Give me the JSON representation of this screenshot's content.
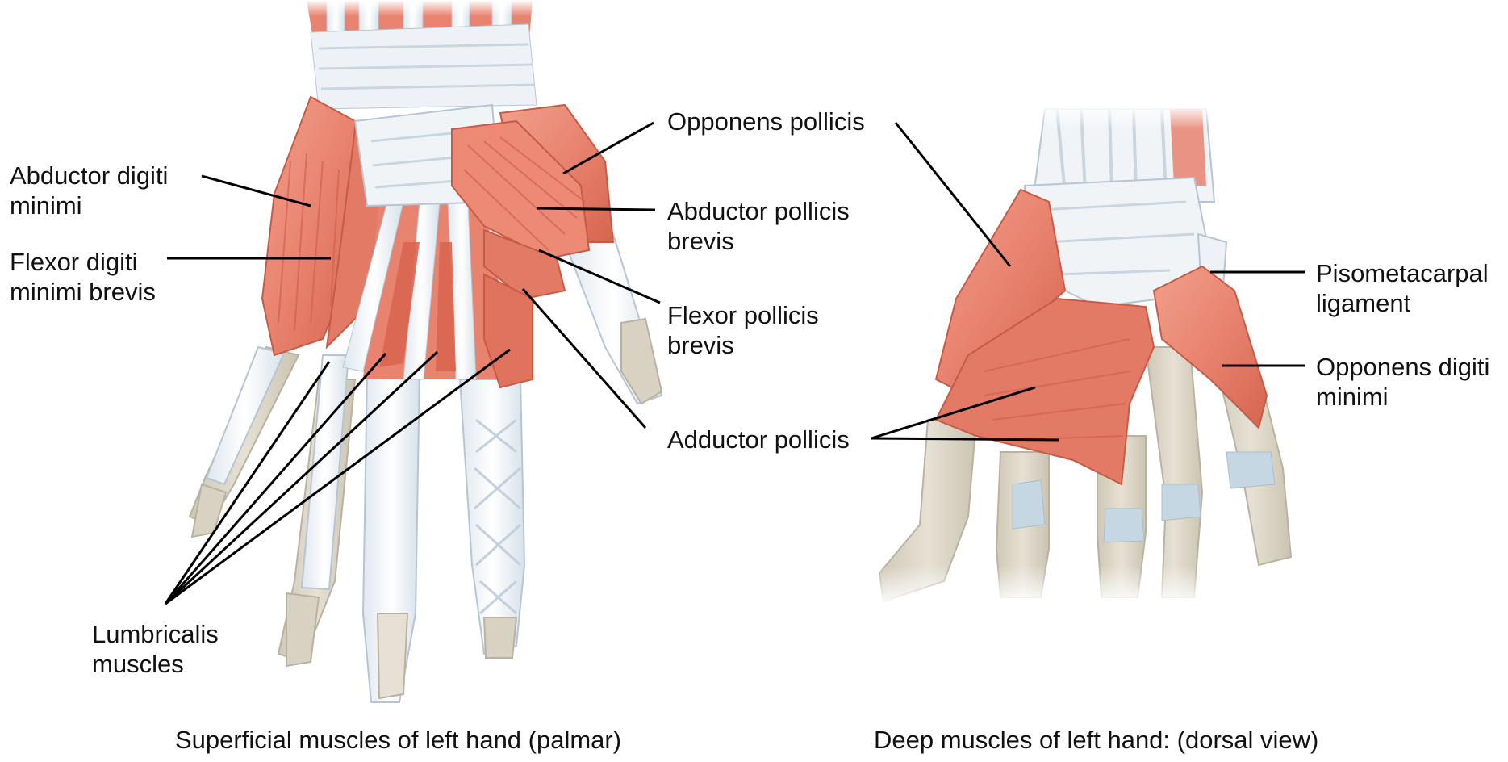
{
  "colors": {
    "muscle": "#e8836f",
    "muscle_dark": "#d4604c",
    "muscle_light": "#f3a896",
    "tendon": "#f1f4f7",
    "tendon_outline": "#b6c5d3",
    "bone": "#d8d2c2",
    "bone_outline": "#b9b2a0",
    "cartilage": "#c6d7e4",
    "leader": "#000000"
  },
  "left_figure": {
    "caption": "Superficial muscles of left hand (palmar)",
    "labels": {
      "abductor_digiti_minimi": "Abductor digiti\nminimi",
      "flexor_digiti_minimi_brevis": "Flexor digiti\nminimi brevis",
      "lumbricalis_muscles": "Lumbricalis\nmuscles",
      "opponens_pollicis": "Opponens pollicis",
      "abductor_pollicis_brevis": "Abductor pollicis\nbrevis",
      "flexor_pollicis_brevis": "Flexor pollicis\nbrevis",
      "adductor_pollicis": "Adductor pollicis"
    }
  },
  "right_figure": {
    "caption": "Deep muscles of left hand: (dorsal view)",
    "labels": {
      "pisometacarpal_ligament": "Pisometacarpal\nligament",
      "opponens_digiti_minimi": "Opponens digiti\nminimi"
    }
  }
}
